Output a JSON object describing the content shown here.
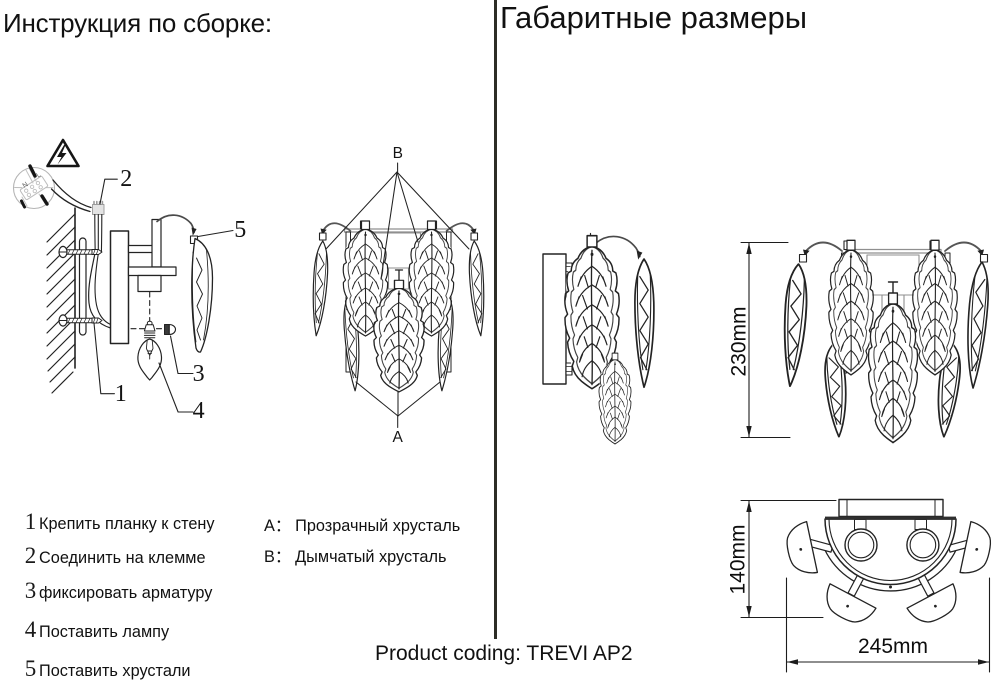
{
  "page": {
    "title_left": "Инструкция по сборке:",
    "title_right": "Габаритные размеры",
    "product_coding": "Product coding: TREVI AP2"
  },
  "instructions": {
    "items": [
      {
        "num": "1",
        "text": "Крепить планку к стену"
      },
      {
        "num": "2",
        "text": "Соединить на клемме"
      },
      {
        "num": "3",
        "text": "фиксировать арматуру"
      },
      {
        "num": "4",
        "text": "Поставить лампу"
      },
      {
        "num": "5",
        "text": "Поставить хрустали"
      }
    ]
  },
  "legend": {
    "items": [
      {
        "key": "A：",
        "text": "Прозрачный хрусталь"
      },
      {
        "key": "B：",
        "text": "Дымчатый хрусталь"
      }
    ]
  },
  "callouts": {
    "c1": "1",
    "c2": "2",
    "c3": "3",
    "c4": "4",
    "c5": "5",
    "a": "A",
    "b": "B"
  },
  "dimensions": {
    "height": "230mm",
    "depth": "140mm",
    "width": "245mm"
  },
  "detail_circle": {
    "l": "L",
    "n": "N"
  },
  "colors": {
    "ink": "#232323",
    "gray": "#8f8f8f",
    "divider": "#2d2d26"
  }
}
